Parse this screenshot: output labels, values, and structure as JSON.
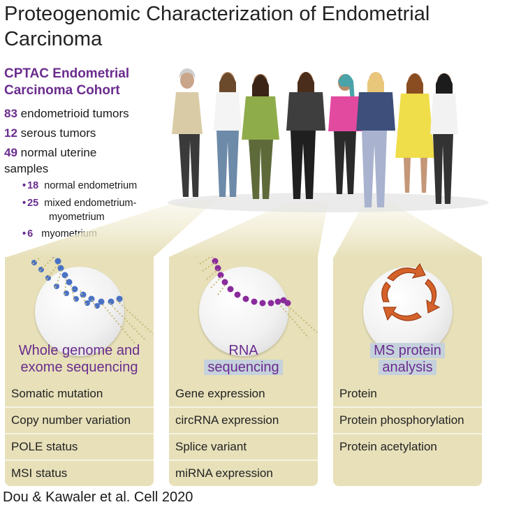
{
  "title": "Proteogenomic Characterization of Endometrial Carcinoma",
  "cohort": {
    "title_line1": "CPTAC Endometrial",
    "title_line2": "Carcinoma Cohort",
    "stats": [
      {
        "count": "83",
        "label": "endometrioid tumors"
      },
      {
        "count": "12",
        "label": "serous tumors"
      },
      {
        "count": "49",
        "label": "normal uterine",
        "label2": "samples"
      }
    ],
    "sub_samples": [
      {
        "count": "18",
        "label": "normal endometrium"
      },
      {
        "count": "25",
        "label": "mixed endometrium-",
        "label2": "myometrium"
      },
      {
        "count": "6",
        "label": "myometrium"
      }
    ]
  },
  "panels": [
    {
      "title_line1": "Whole genome and",
      "title_line2": "exome sequencing",
      "icon": "dna-helix-icon",
      "rows": [
        "Somatic mutation",
        "Copy number variation",
        "POLE status",
        "MSI status"
      ]
    },
    {
      "title_line1": "RNA",
      "title_line2": "sequencing",
      "icon": "rna-strand-icon",
      "rows": [
        "Gene expression",
        "circRNA expression",
        "Splice variant",
        "miRNA expression"
      ]
    },
    {
      "title_line1": "MS protein",
      "title_line2": "analysis",
      "icon": "protein-ribbon-icon",
      "rows": [
        "Protein",
        "Protein phosphorylation",
        "Protein acetylation"
      ]
    }
  ],
  "colors": {
    "accent_purple": "#6a2c8e",
    "panel_bg": "#e7e0b9",
    "highlight_blue": "#c5d1dc",
    "dna_blue": "#4a72c4",
    "rna_purple": "#8a2b9c",
    "protein_orange": "#d4622a"
  },
  "footer": "Dou & Kawaler et al. Cell 2020"
}
